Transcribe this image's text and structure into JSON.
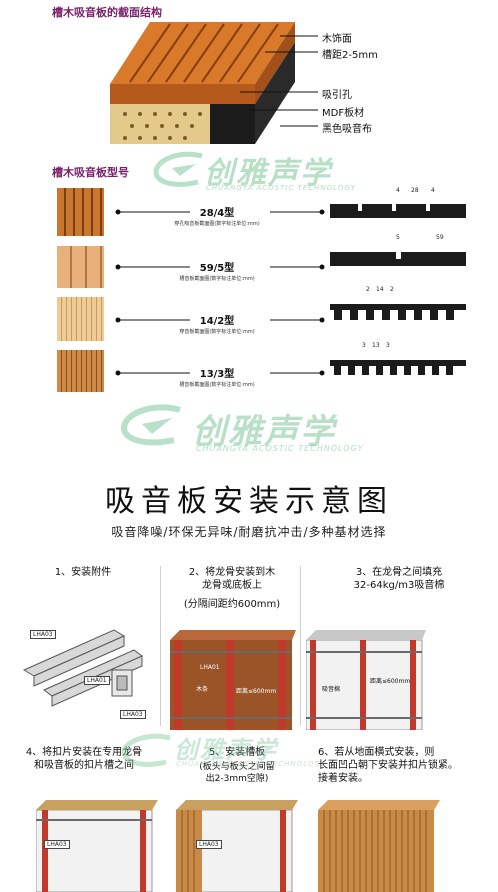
{
  "top": {
    "section1_title": "槽木吸音板的截面结构",
    "callouts": [
      "木饰面",
      "槽距2-5mm",
      "吸引孔",
      "MDF板材",
      "黑色吸音布"
    ],
    "section2_title": "槽木吸音板型号",
    "models": [
      {
        "label": "28/4型",
        "note": "穿孔吸音板截面图(数字标注单位:mm)",
        "dims": [
          "4",
          "28",
          "4"
        ]
      },
      {
        "label": "59/5型",
        "note": "槽音板截面图(数字标注单位:mm)",
        "dims": [
          "5",
          "59"
        ]
      },
      {
        "label": "14/2型",
        "note": "穿音板截面图(数字标注单位:mm)",
        "dims": [
          "2",
          "14",
          "2"
        ]
      },
      {
        "label": "13/3型",
        "note": "槽音板截面图(数字标注单位:mm)",
        "dims": [
          "3",
          "13",
          "3"
        ]
      }
    ]
  },
  "watermark": {
    "name": "创雅声学",
    "english": "CHUANGYA ACOSTIC TECHNOLOGY"
  },
  "install": {
    "title": "吸音板安装示意图",
    "subtitle": "吸音降噪/环保无异味/耐磨抗冲击/多种基材选择",
    "steps": [
      {
        "text": "1、安装附件",
        "tags": [
          "LHA03",
          "LHA01",
          "LHA03"
        ]
      },
      {
        "text": "2、将龙骨安装到木\n龙骨或底板上",
        "note": "(分隔间距约600mm)",
        "tags": [
          "LHA01",
          "木条",
          "距离≤600mm"
        ]
      },
      {
        "text": "3、在龙骨之间填充\n32-64kg/m3吸音棉",
        "tags": [
          "吸音棉",
          "距离≤600mm"
        ]
      },
      {
        "text": "4、将扣片安装在专用龙骨\n和吸音板的扣片槽之间",
        "tags": [
          "LHA03"
        ]
      },
      {
        "text": "5、安装槽板",
        "note": "(板头与板头之间留\n出2-3mm空隙)",
        "tags": [
          "LHA03"
        ]
      },
      {
        "text": "6、若从地面横式安装，则\n长面凹凸朝下安装并扣片锁紧。\n接着安装。"
      }
    ]
  },
  "colors": {
    "wood": "#d9792a",
    "wood_dark": "#a4501a",
    "mdf": "#e3c98a",
    "black": "#1b1b1b",
    "title": "#7a1f6a",
    "watermark": "#7fc79a",
    "stud": "#c0392b"
  }
}
